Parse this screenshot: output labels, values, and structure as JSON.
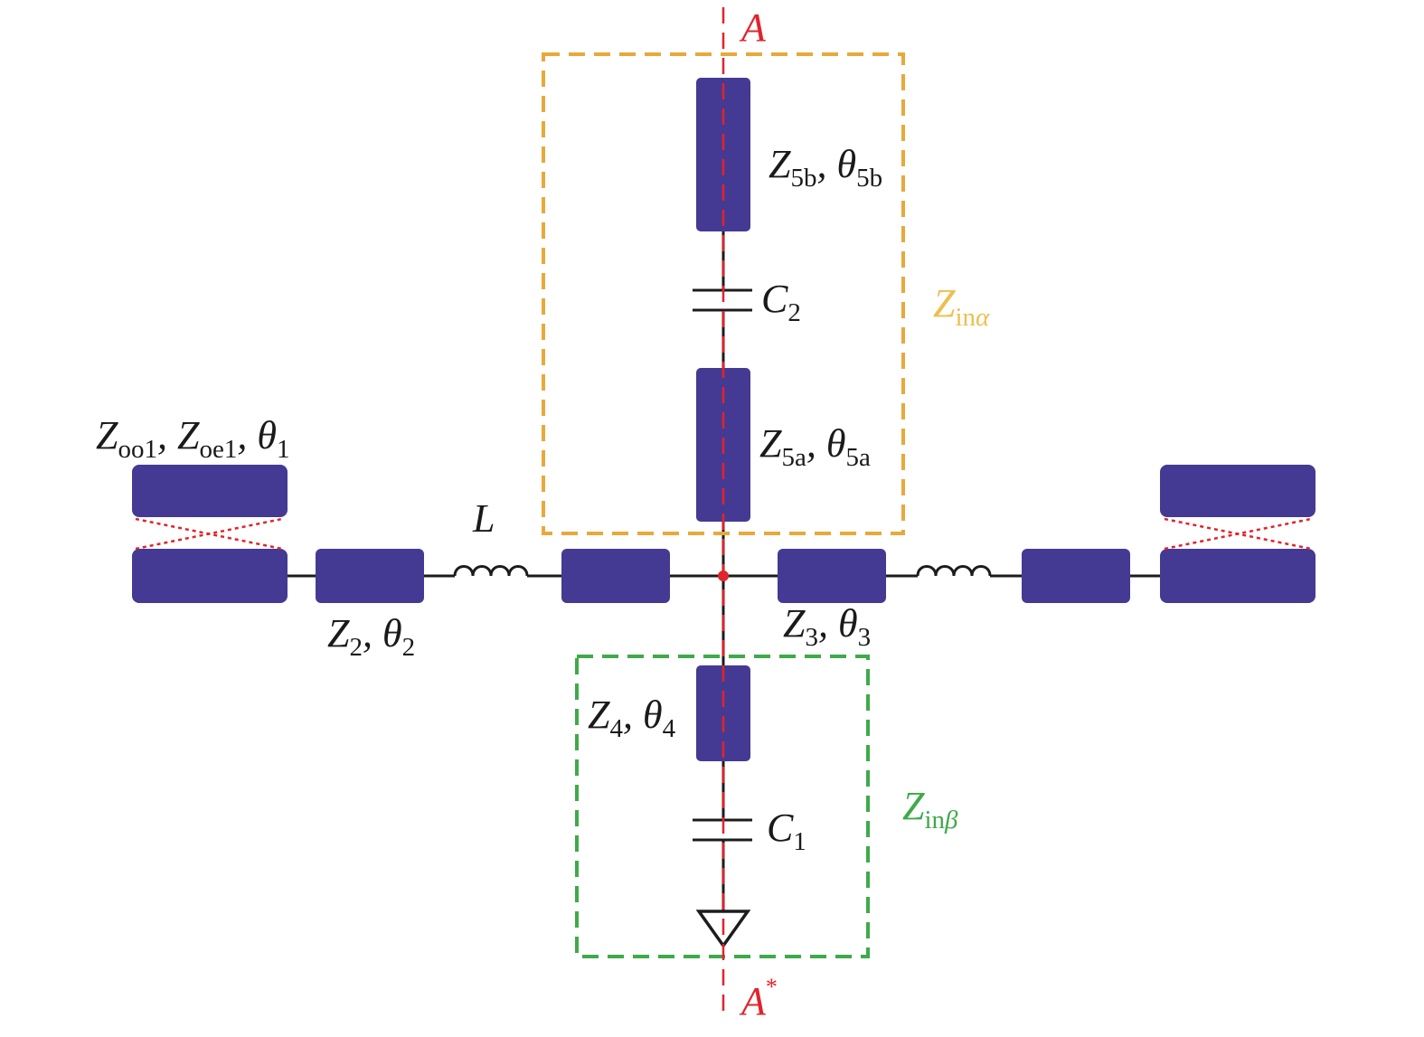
{
  "axis": {
    "top_label": "A",
    "bottom_label_base": "A",
    "bottom_label_sup": "*"
  },
  "labels": {
    "z5b": {
      "z": "Z",
      "z_sub": "5b",
      "sep": ", ",
      "t": "θ",
      "t_sub": "5b"
    },
    "c2": {
      "c": "C",
      "c_sub": "2"
    },
    "z5a": {
      "z": "Z",
      "z_sub": "5a",
      "sep": ", ",
      "t": "θ",
      "t_sub": "5a"
    },
    "coupled": {
      "z1": "Z",
      "z1_sub": "oo1",
      "sep1": ", ",
      "z2": "Z",
      "z2_sub": "oe1",
      "sep2": ", ",
      "t": "θ",
      "t_sub": "1"
    },
    "inductor": {
      "l": "L"
    },
    "z2": {
      "z": "Z",
      "z_sub": "2",
      "sep": ", ",
      "t": "θ",
      "t_sub": "2"
    },
    "z3": {
      "z": "Z",
      "z_sub": "3",
      "sep": ", ",
      "t": "θ",
      "t_sub": "3"
    },
    "z4": {
      "z": "Z",
      "z_sub": "4",
      "sep": ", ",
      "t": "θ",
      "t_sub": "4"
    },
    "c1": {
      "c": "C",
      "c_sub": "1"
    },
    "zin_alpha": {
      "z": "Z",
      "sub": "in",
      "greek": "α"
    },
    "zin_beta": {
      "z": "Z",
      "sub": "in",
      "greek": "β"
    }
  },
  "colors": {
    "block": "#443a93",
    "symmetry_axis": "#e2232b",
    "box_alpha": "#e8a93a",
    "box_beta": "#3faa4a",
    "label_alpha": "#ecc04f",
    "label_beta": "#3faa4a",
    "coupling_lines": "#e2232b"
  }
}
